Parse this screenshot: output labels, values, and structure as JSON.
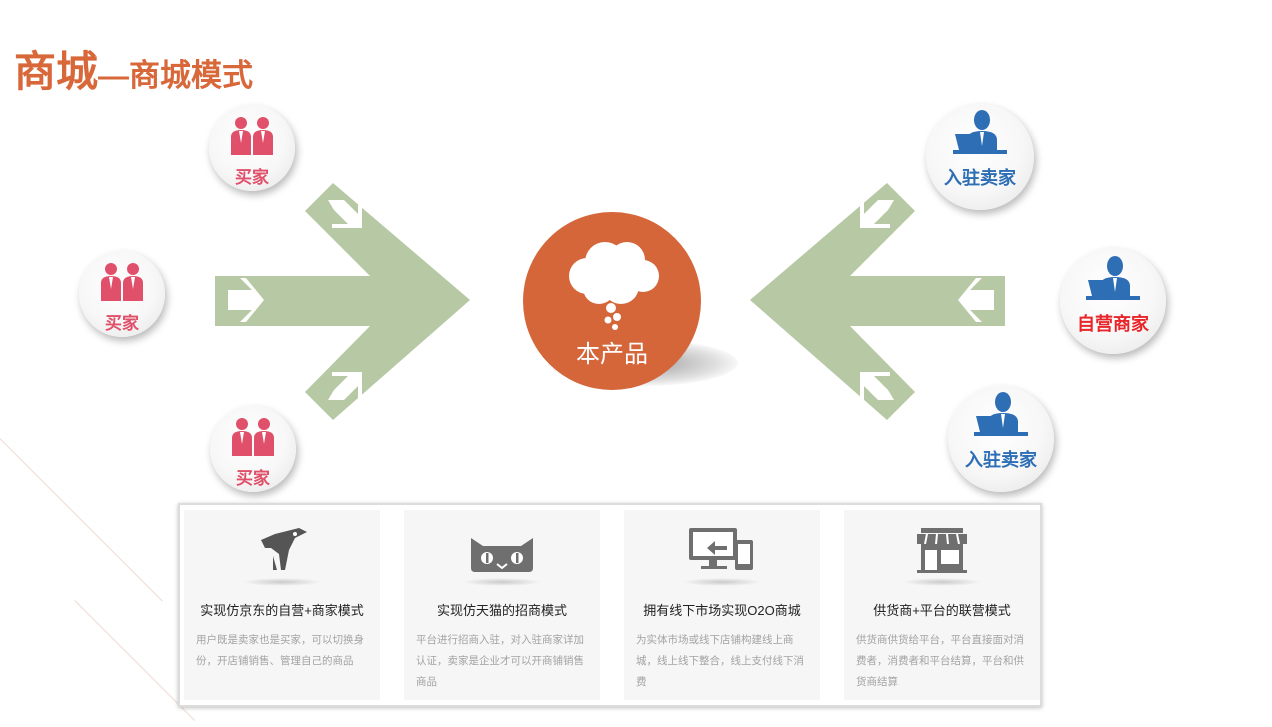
{
  "title": {
    "main": "商城",
    "sub": "—商城模式"
  },
  "buyers": [
    {
      "label": "买家",
      "icon": "two-people-icon"
    },
    {
      "label": "买家",
      "icon": "two-people-icon"
    },
    {
      "label": "买家",
      "icon": "two-people-icon"
    }
  ],
  "sellers": [
    {
      "label": "入驻卖家",
      "icon": "businessman-laptop-icon"
    },
    {
      "label": "自营商家",
      "icon": "businessman-laptop-icon"
    },
    {
      "label": "入驻卖家",
      "icon": "businessman-laptop-icon"
    }
  ],
  "center": {
    "label": "本产品",
    "icon": "thought-cloud-icon"
  },
  "cards": [
    {
      "icon": "jd-dog-icon",
      "title": "实现仿京东的自营+商家模式",
      "desc": "用户既是卖家也是买家，可以切换身份，开店铺销售、管理自己的商品"
    },
    {
      "icon": "tmall-cat-icon",
      "title": "实现仿天猫的招商模式",
      "desc": "平台进行招商入驻，对入驻商家详加认证，卖家是企业才可以开商铺销售商品"
    },
    {
      "icon": "monitor-phone-icon",
      "title": "拥有线下市场实现O2O商城",
      "desc": "为实体市场或线下店铺构建线上商城，线上线下整合，线上支付线下消费"
    },
    {
      "icon": "storefront-icon",
      "title": "供货商+平台的联营模式",
      "desc": "供货商供货给平台，平台直接面对消费者，消费者和平台结算，平台和供货商结算"
    }
  ],
  "colors": {
    "title": "#d8683a",
    "buyer": "#e0506a",
    "seller": "#2d6eb5",
    "seller_highlight": "#e8262a",
    "arrow": "#b6c9a4",
    "center": "#d4663a"
  }
}
